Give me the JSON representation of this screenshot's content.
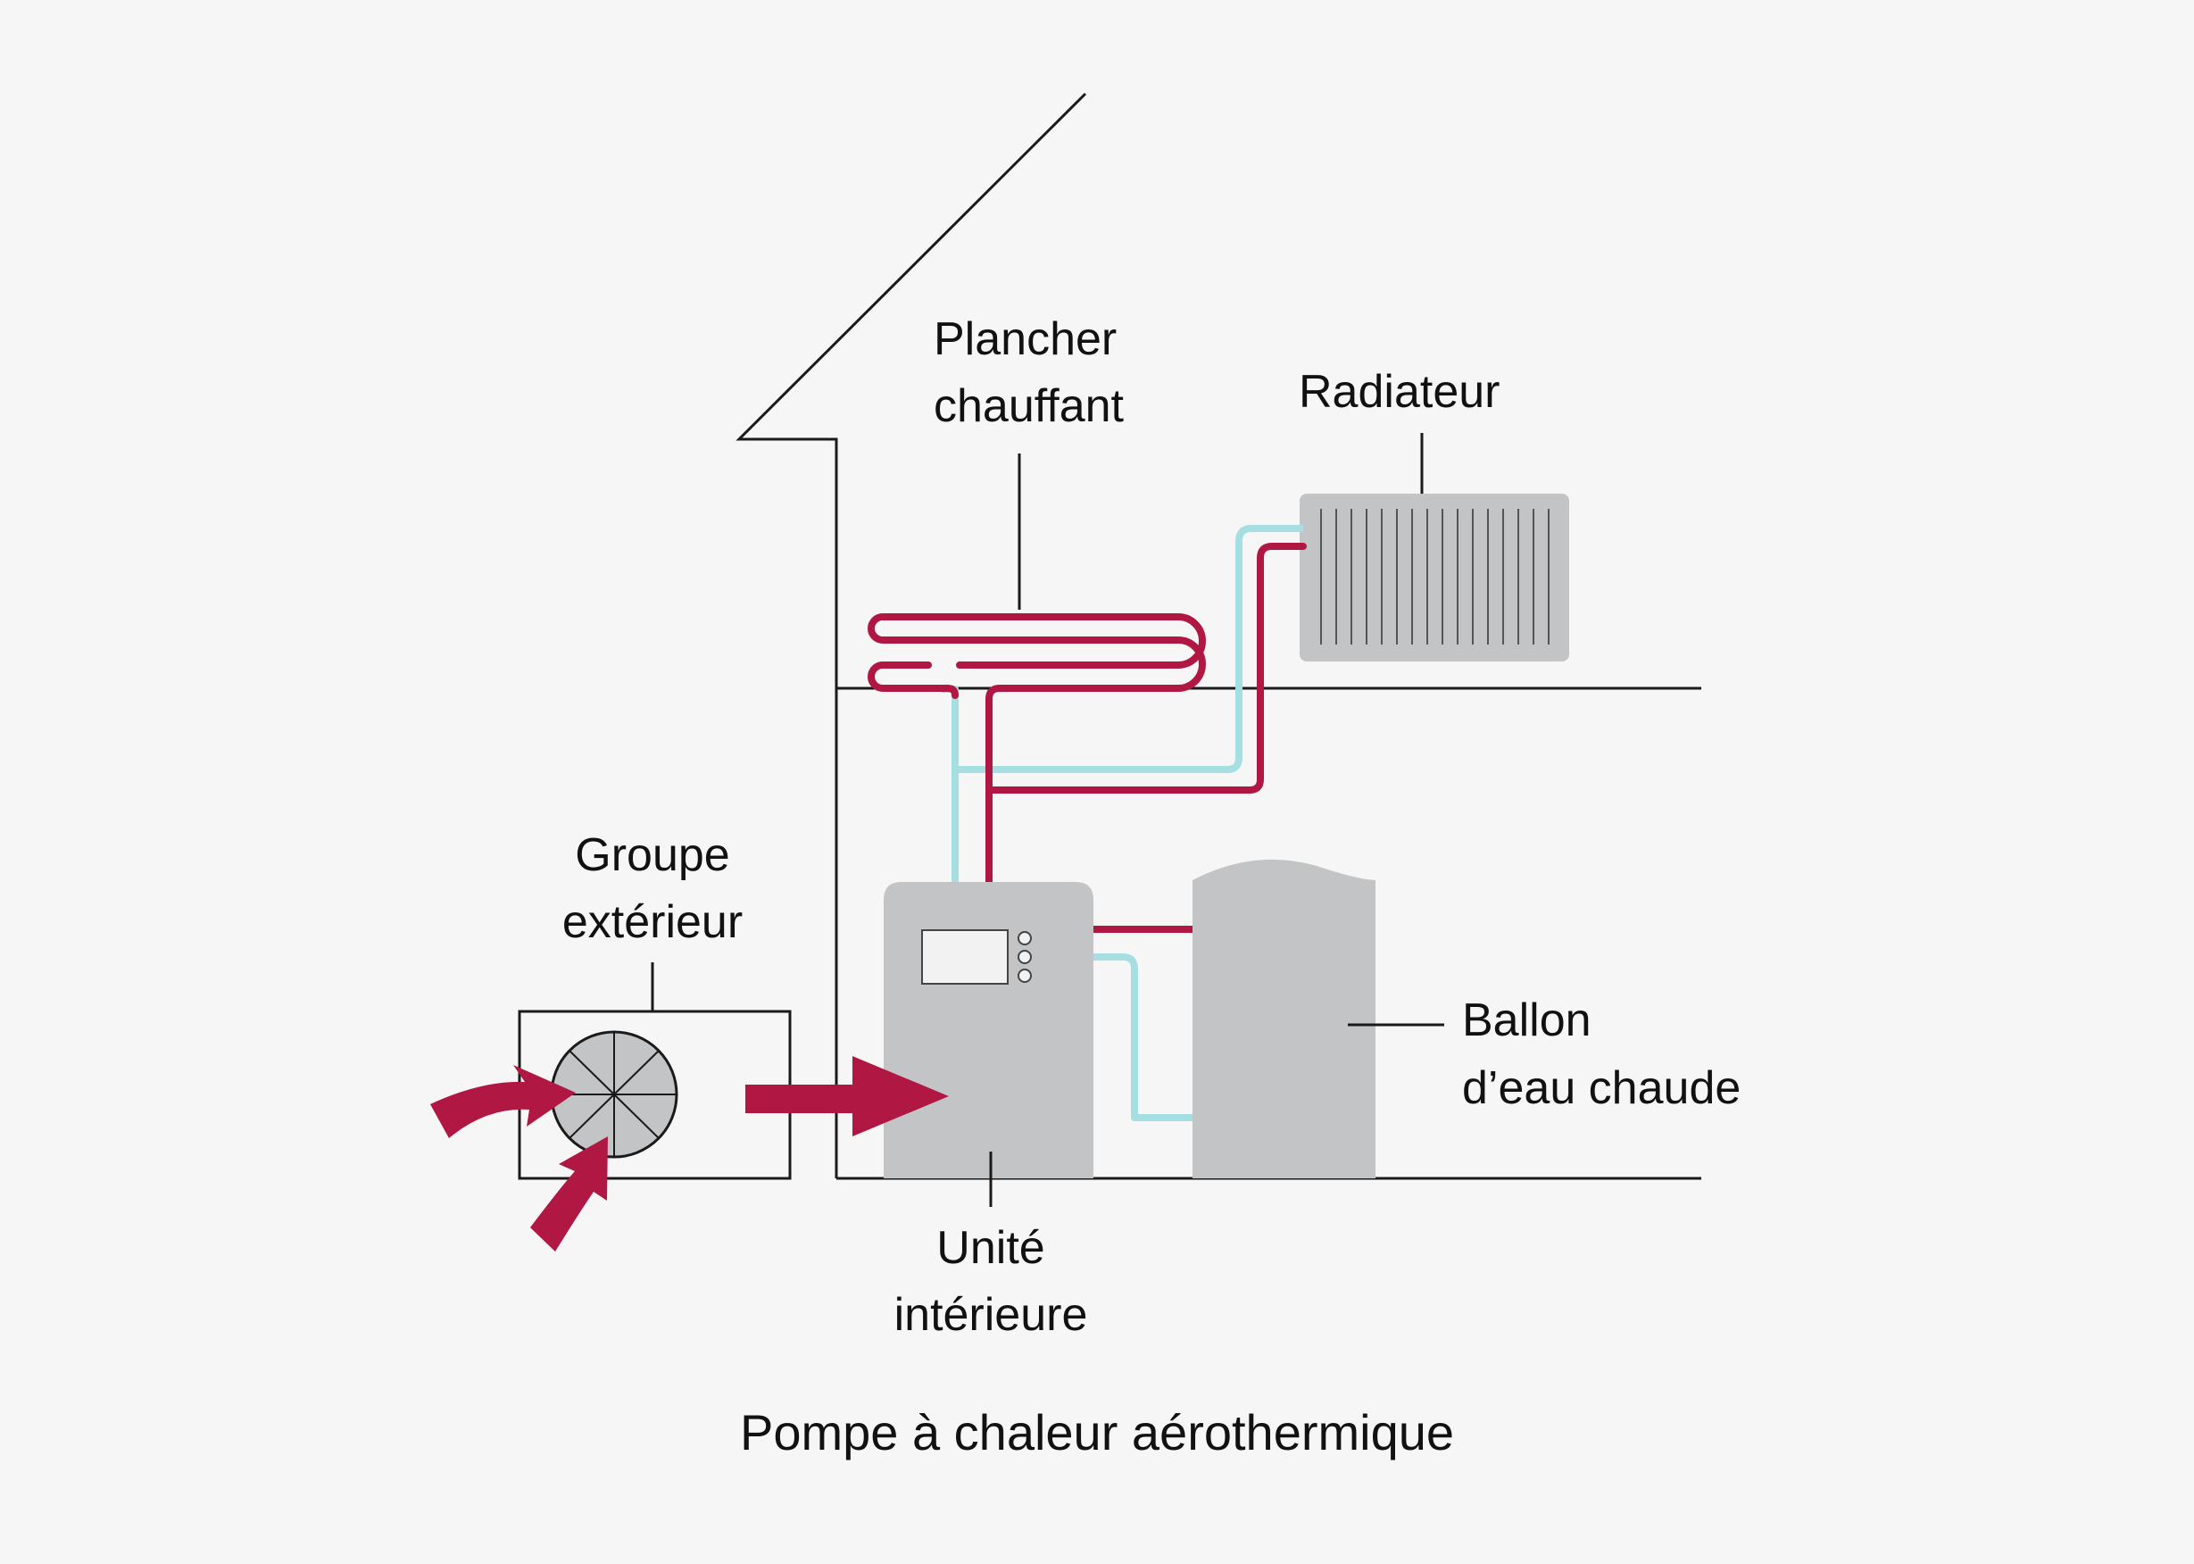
{
  "labels": {
    "plancher_line1": "Plancher",
    "plancher_line2": "chauffant",
    "radiateur": "Radiateur",
    "groupe_line1": "Groupe",
    "groupe_line2": "extérieur",
    "ballon_line1": "Ballon",
    "ballon_line2": "d’eau chaude",
    "unite_line1": "Unité",
    "unite_line2": "intérieure"
  },
  "caption": "Pompe à chaleur aérothermique",
  "colors": {
    "background": "#f6f6f6",
    "hot_pipe": "#b01843",
    "cold_pipe": "#a5dfe2",
    "equipment": "#c3c4c5",
    "outline": "#1a1a1a"
  }
}
